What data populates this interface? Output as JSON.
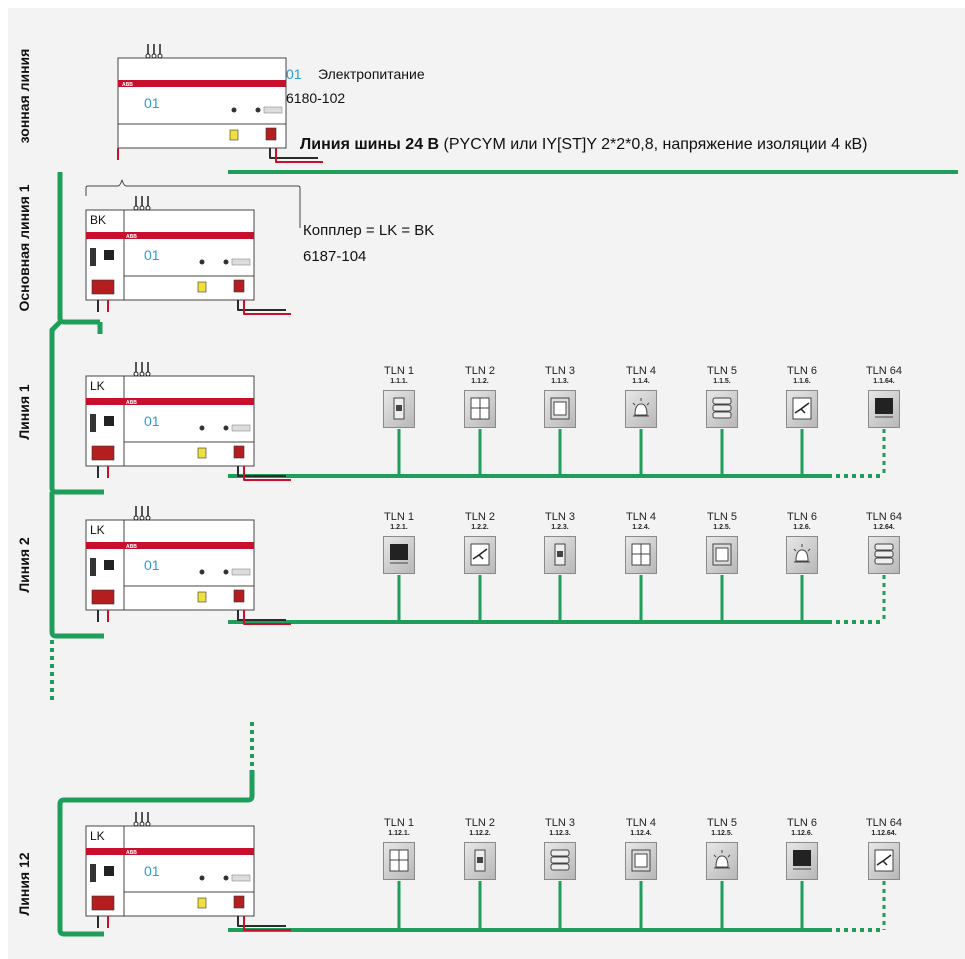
{
  "labels": {
    "zone_line": "зонная линия",
    "main_line": "Основная линия 1",
    "line1": "Линия 1",
    "line2": "Линия 2",
    "line12": "Линия 12"
  },
  "power_supply": {
    "num": "01",
    "name": "Электропитание",
    "code": "6180-102"
  },
  "bus_line": {
    "bold": "Линия шины 24 В",
    "rest": " (PYCYM или IY[ST]Y 2*2*0,8, напряжение изоляции 4 кВ)"
  },
  "coupler": {
    "label": "Копплер = LK = BK",
    "code": "6187-104"
  },
  "module_labels": {
    "bk": "BK",
    "lk": "LK",
    "num": "01"
  },
  "colors": {
    "bus_green": "#1e9e5a",
    "abb_red": "#c8102e",
    "wire_dark": "#2b2b2b",
    "number_blue": "#2a9bd8"
  },
  "device_rows": [
    {
      "row": "line1",
      "devices": [
        {
          "title": "TLN 1",
          "addr": "1.1.1.",
          "icon": "breaker-icon"
        },
        {
          "title": "TLN 2",
          "addr": "1.1.2.",
          "icon": "switch-panel-icon"
        },
        {
          "title": "TLN 3",
          "addr": "1.1.3.",
          "icon": "rocker-switch-icon"
        },
        {
          "title": "TLN 4",
          "addr": "1.1.4.",
          "icon": "alarm-light-icon"
        },
        {
          "title": "TLN 5",
          "addr": "1.1.5.",
          "icon": "stacked-module-icon"
        },
        {
          "title": "TLN 6",
          "addr": "1.1.6.",
          "icon": "motion-sensor-icon"
        },
        {
          "title": "TLN 64",
          "addr": "1.1.64.",
          "icon": "blind-icon"
        }
      ]
    },
    {
      "row": "line2",
      "devices": [
        {
          "title": "TLN 1",
          "addr": "1.2.1.",
          "icon": "blind-icon"
        },
        {
          "title": "TLN 2",
          "addr": "1.2.2.",
          "icon": "motion-sensor-icon"
        },
        {
          "title": "TLN 3",
          "addr": "1.2.3.",
          "icon": "breaker-icon"
        },
        {
          "title": "TLN 4",
          "addr": "1.2.4.",
          "icon": "switch-panel-icon"
        },
        {
          "title": "TLN 5",
          "addr": "1.2.5.",
          "icon": "rocker-switch-icon"
        },
        {
          "title": "TLN 6",
          "addr": "1.2.6.",
          "icon": "alarm-light-icon"
        },
        {
          "title": "TLN 64",
          "addr": "1.2.64.",
          "icon": "stacked-module-icon"
        }
      ]
    },
    {
      "row": "line12",
      "devices": [
        {
          "title": "TLN 1",
          "addr": "1.12.1.",
          "icon": "switch-panel-icon"
        },
        {
          "title": "TLN 2",
          "addr": "1.12.2.",
          "icon": "breaker-icon"
        },
        {
          "title": "TLN 3",
          "addr": "1.12.3.",
          "icon": "stacked-module-icon"
        },
        {
          "title": "TLN 4",
          "addr": "1.12.4.",
          "icon": "rocker-switch-icon"
        },
        {
          "title": "TLN 5",
          "addr": "1.12.5.",
          "icon": "alarm-light-icon"
        },
        {
          "title": "TLN 6",
          "addr": "1.12.6.",
          "icon": "blind-icon"
        },
        {
          "title": "TLN 64",
          "addr": "1.12.64.",
          "icon": "motion-sensor-icon"
        }
      ]
    }
  ]
}
